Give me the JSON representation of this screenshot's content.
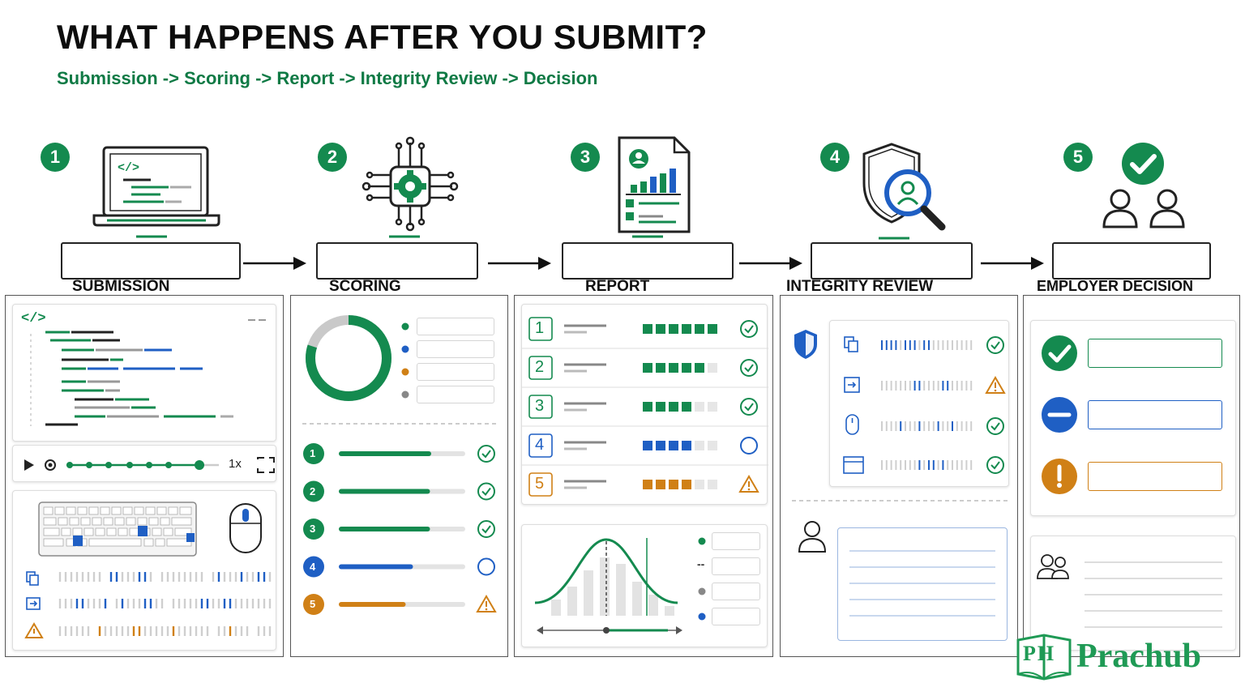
{
  "header": {
    "title": "WHAT HAPPENS AFTER YOU SUBMIT?",
    "subtitle": "Submission -> Scoring -> Report -> Integrity Review -> Decision"
  },
  "stages": [
    {
      "number": "1",
      "label": "SUBMISSION",
      "icon": "laptop-code-icon"
    },
    {
      "number": "2",
      "label": "SCORING",
      "icon": "gear-circuit-icon"
    },
    {
      "number": "3",
      "label": "REPORT",
      "icon": "report-document-icon"
    },
    {
      "number": "4",
      "label": "INTEGRITY REVIEW",
      "icon": "shield-search-icon"
    },
    {
      "number": "5",
      "label": "EMPLOYER DECISION",
      "icon": "people-check-icon"
    }
  ],
  "submission_panel": {
    "code_glyph": "</>",
    "playback_speed": "1x"
  },
  "scoring_panel": {
    "rows": [
      {
        "n": "1",
        "fill": 0.72,
        "status": "check"
      },
      {
        "n": "2",
        "fill": 0.71,
        "status": "check"
      },
      {
        "n": "3",
        "fill": 0.71,
        "status": "check"
      },
      {
        "n": "4",
        "fill": 0.57,
        "status": "open"
      },
      {
        "n": "5",
        "fill": 0.51,
        "status": "warning"
      }
    ]
  },
  "report_panel": {
    "rows": [
      {
        "n": "1",
        "level": 6,
        "status": "check"
      },
      {
        "n": "2",
        "level": 5,
        "status": "check"
      },
      {
        "n": "3",
        "level": 4,
        "status": "check"
      },
      {
        "n": "4",
        "level": 4,
        "status": "open"
      },
      {
        "n": "5",
        "level": 4,
        "status": "warning"
      }
    ],
    "legend_dash": "--"
  },
  "colors": {
    "green": "#148a4f",
    "blue": "#1f5fc4",
    "orange": "#d08016",
    "dark": "#222222",
    "gray": "#9a9a9a"
  },
  "brand": {
    "badge": "PH",
    "name": "Prachub"
  }
}
